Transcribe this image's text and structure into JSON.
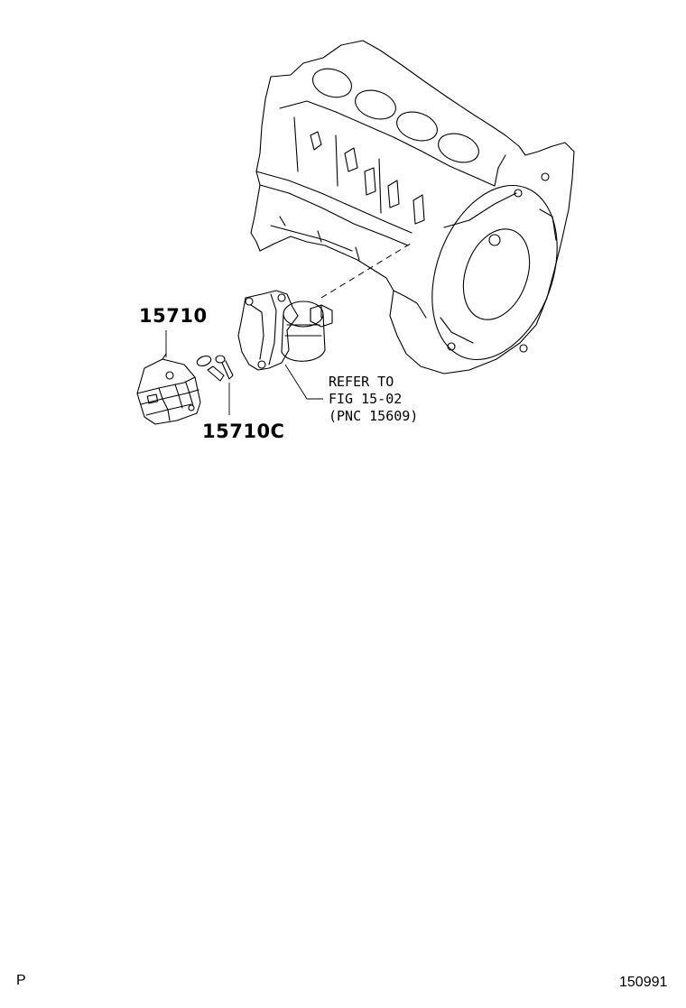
{
  "labels": {
    "oil_cooler": "15710",
    "oil_cooler_gasket": "15710C"
  },
  "reference": {
    "line1": "REFER TO",
    "line2": "FIG 15-02",
    "line3": "(PNC 15609)"
  },
  "footer": {
    "left_code": "P",
    "figure_number": "150991"
  }
}
